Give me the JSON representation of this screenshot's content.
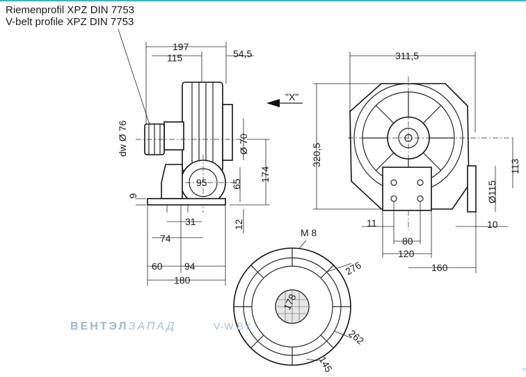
{
  "caption": {
    "line1": "Riemenprofil XPZ DIN 7753",
    "line2": "V-belt profile XPZ DIN 7753"
  },
  "view_marker": "\"X\"",
  "thread_label": "M 8",
  "watermark": {
    "brand_main": "ВЕНТЭЛ",
    "brand_suffix": "ЗАПАД",
    "site": "V-W.BY"
  },
  "corner_mark": "<",
  "colors": {
    "accent_line": "#3fb4c6",
    "watermark": "#9fb7cf",
    "ink": "#1a1a1a"
  },
  "dimensions": {
    "side_view": {
      "overall_top": "197",
      "inner_top": "115",
      "right_offset": "54,5",
      "pulley_dia": "dw Ø 76",
      "shaft_dia": "Ø 70",
      "outlet_dia": "95",
      "height_65": "65",
      "height_174": "174",
      "base_thickness": "9",
      "base_height": "12",
      "dim_31": "31",
      "dim_74": "74",
      "dim_60": "60",
      "dim_94": "94",
      "dim_180": "180"
    },
    "front_view": {
      "width": "311,5",
      "height": "320,5",
      "flange_height": "113",
      "outlet_dia": "Ø115",
      "dim_11": "11",
      "dim_10": "10",
      "dim_80": "80",
      "dim_120": "120",
      "dim_160": "160"
    },
    "inlet_view": {
      "dim_276": "276",
      "dim_178": "178",
      "dim_262": "262",
      "dim_145": "145"
    }
  }
}
